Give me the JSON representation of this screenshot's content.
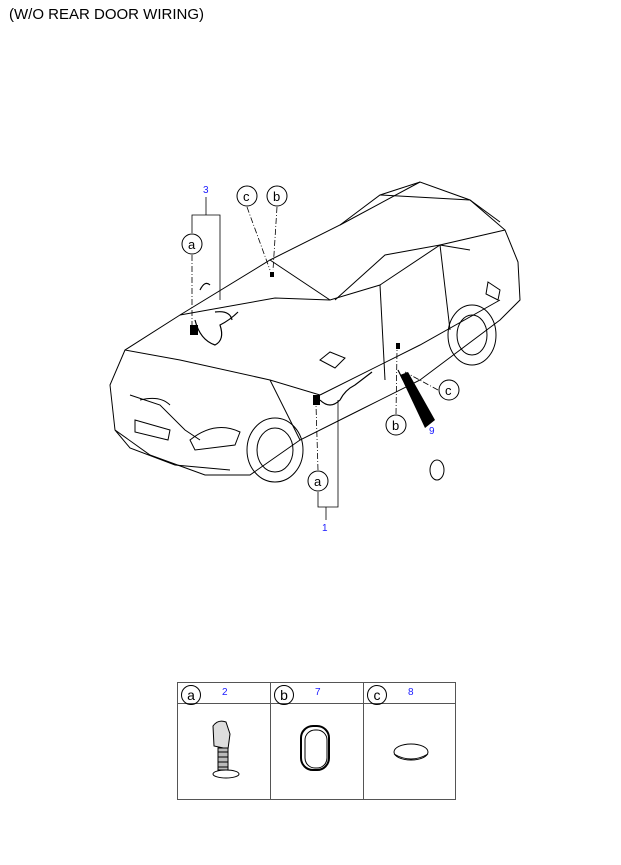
{
  "title": "(W/O REAR DOOR WIRING)",
  "diagram": {
    "callouts": {
      "ref_3": "3",
      "ref_1": "1",
      "ref_9": "9",
      "letter_a_top": "a",
      "letter_c_top": "c",
      "letter_b_top": "b",
      "letter_a_bottom": "a",
      "letter_b_door": "b",
      "letter_c_door": "c"
    }
  },
  "legend_table": {
    "columns": [
      {
        "letter": "a",
        "part_number": "2"
      },
      {
        "letter": "b",
        "part_number": "7"
      },
      {
        "letter": "c",
        "part_number": "8"
      }
    ]
  }
}
